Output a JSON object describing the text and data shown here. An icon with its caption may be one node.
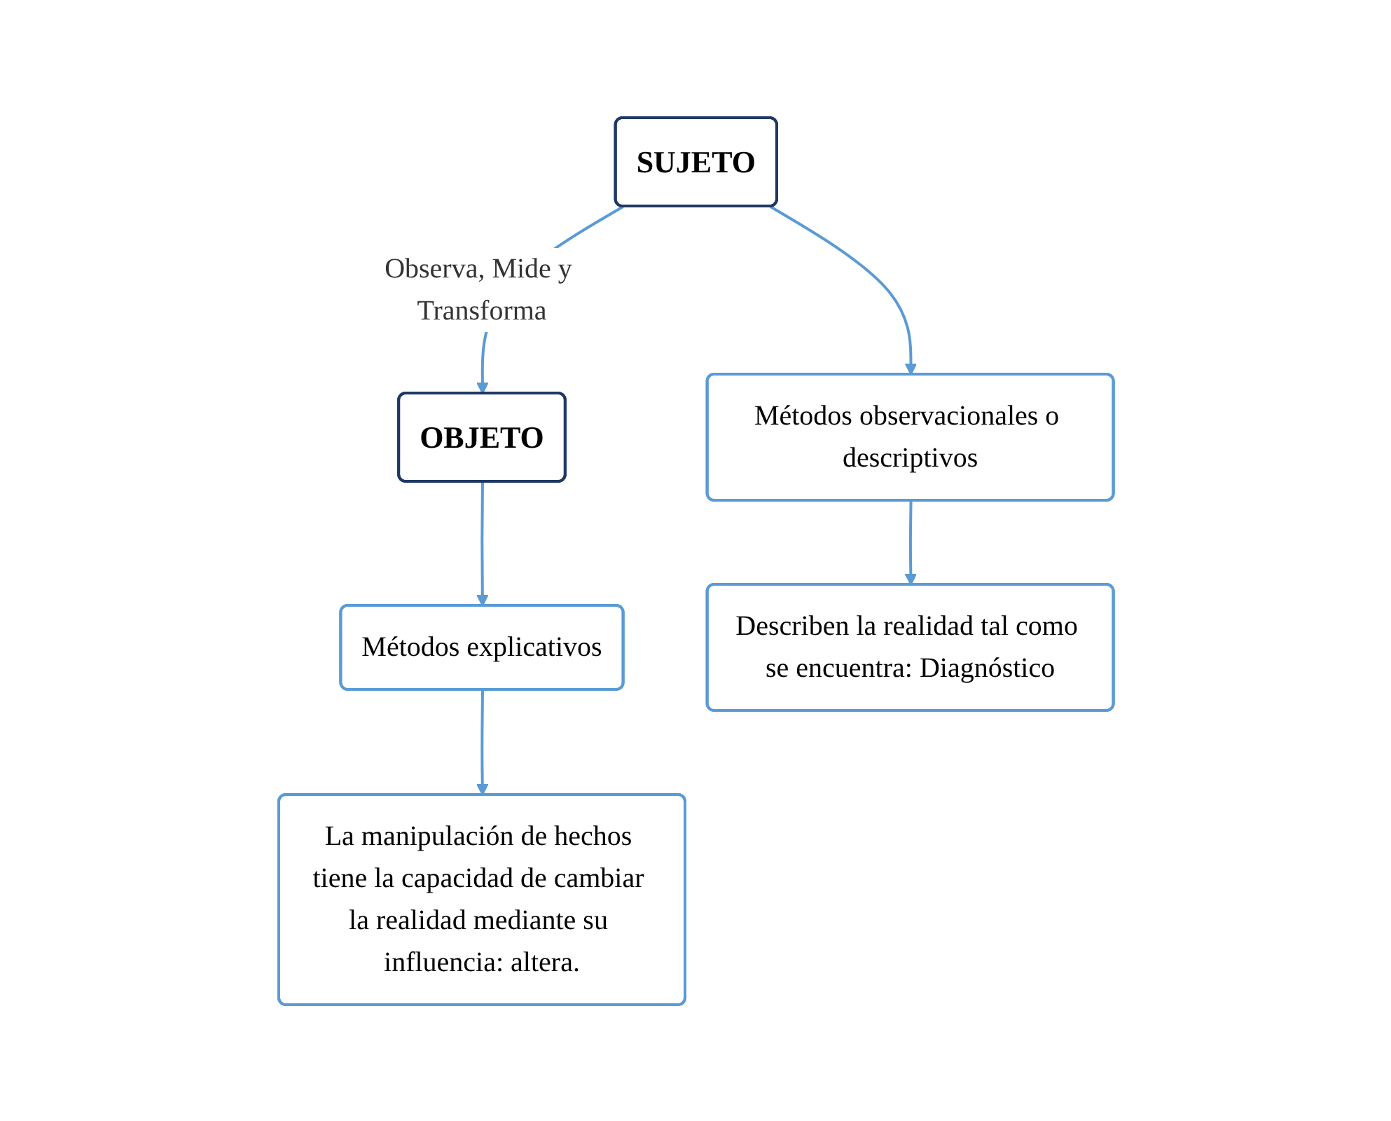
{
  "diagram": {
    "nodes": [
      {
        "text": [
          "SUJETO"
        ]
      },
      {
        "text": [
          "OBJETO"
        ]
      },
      {
        "text": [
          "Métodos observacionales o descriptivos"
        ]
      },
      {
        "text": [
          "Métodos explicativos"
        ]
      },
      {
        "text": [
          "Describen la realidad tal como se encuentra: Diagnóstico"
        ]
      },
      {
        "text": [
          "La manipulación de hechos tiene la capacidad de cambiar la realidad mediante su influencia: altera."
        ]
      }
    ],
    "edges": [
      {
        "from": 0,
        "to": 1,
        "arrow": "to",
        "label": "Observa, Mide y Transforma"
      },
      {
        "from": 0,
        "to": 2,
        "arrow": "to"
      },
      {
        "from": 1,
        "to": 3,
        "arrow": "to"
      },
      {
        "from": 2,
        "to": 4,
        "arrow": "to"
      },
      {
        "from": 3,
        "to": 5,
        "arrow": "to"
      }
    ]
  }
}
